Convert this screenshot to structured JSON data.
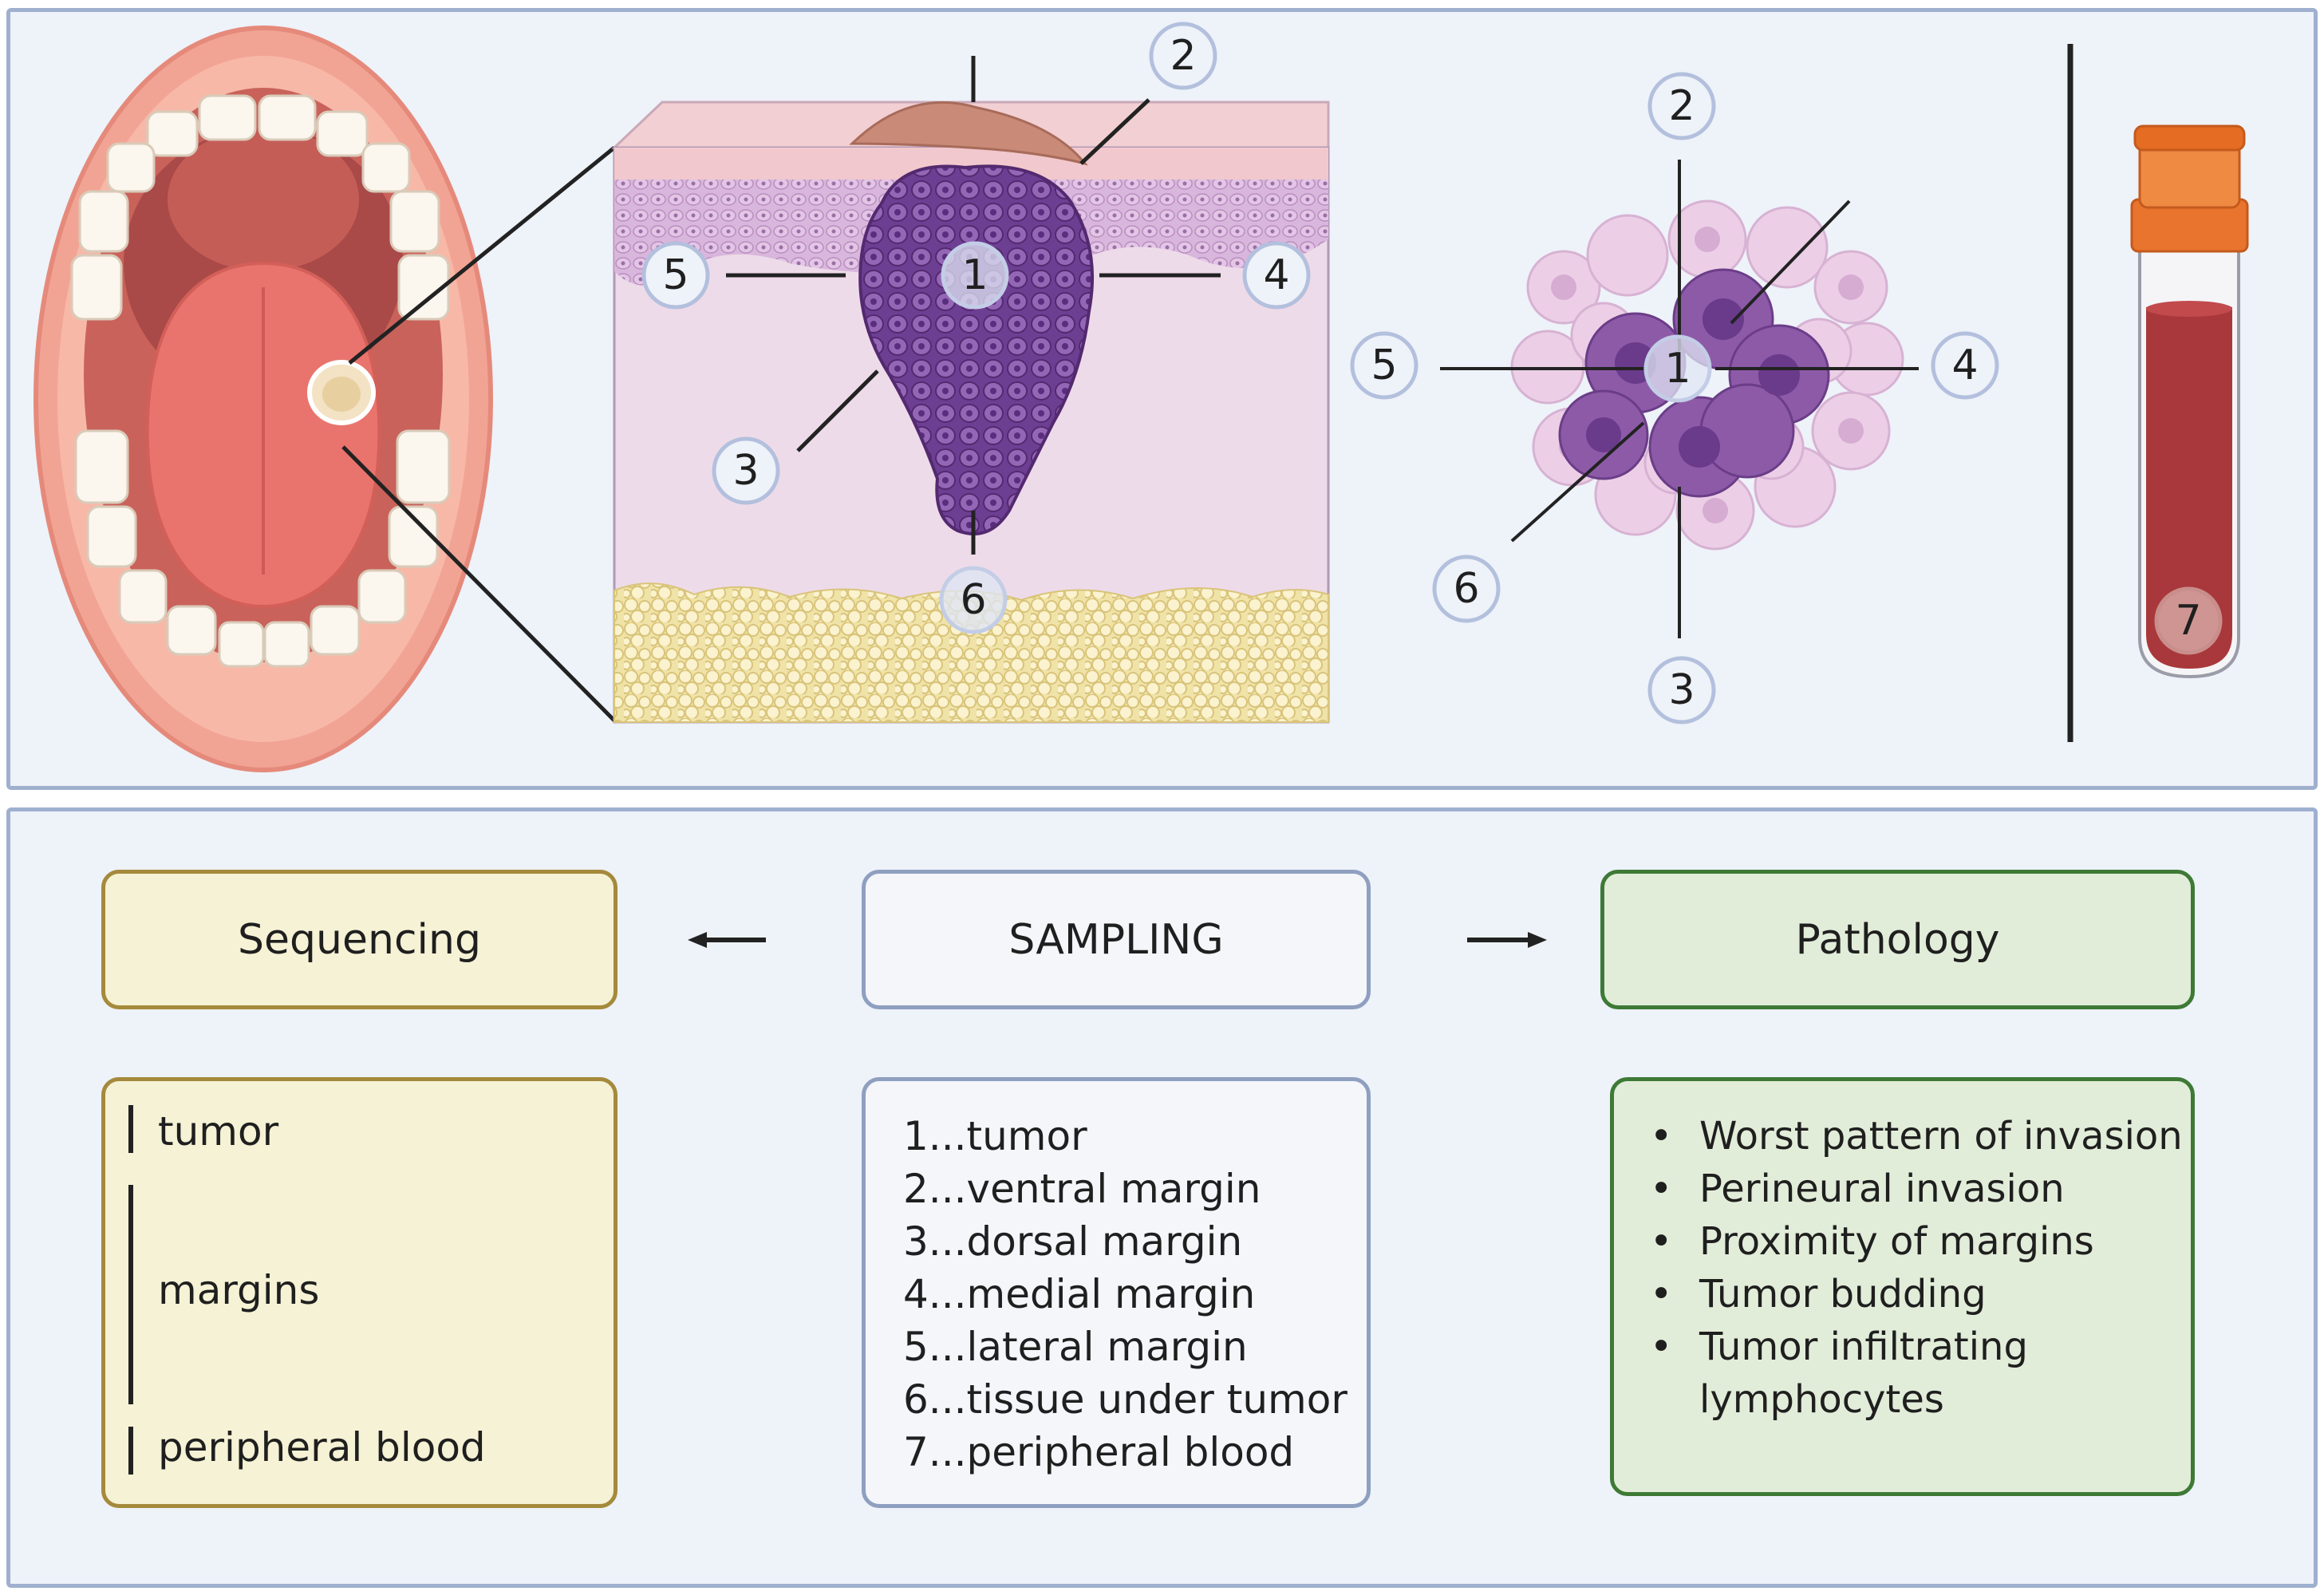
{
  "colors": {
    "panel_bg": "#eef2f9",
    "panel_border": "#9fb0cf",
    "sequencing_fill": "#f5f2d5",
    "sequencing_border": "#a58a3c",
    "sampling_fill": "#f4f6fa",
    "sampling_border": "#8f9fc0",
    "pathology_fill": "#e2edd9",
    "pathology_border": "#3e7a36",
    "tumor_purple": "#7b4a9e",
    "blood_red": "#a8383b",
    "cap_orange": "#e8742d"
  },
  "markers": {
    "tissue": [
      "1",
      "2",
      "3",
      "4",
      "5",
      "6"
    ],
    "cells": [
      "1",
      "2",
      "3",
      "4",
      "5",
      "6"
    ],
    "blood": "7"
  },
  "flow": {
    "left_title": "Sequencing",
    "center_title": "SAMPLING",
    "right_title": "Pathology"
  },
  "sequencing_items": [
    "tumor",
    "margins",
    "peripheral blood"
  ],
  "sampling_items": [
    "1...tumor",
    "2...ventral margin",
    "3...dorsal margin",
    "4...medial margin",
    "5...lateral margin",
    "6...tissue under tumor",
    "7...peripheral blood"
  ],
  "pathology_items": [
    "Worst pattern of invasion",
    "Perineural invasion",
    "Proximity of margins",
    "Tumor budding",
    "Tumor infiltrating",
    "lymphocytes"
  ],
  "icons": [
    "mouth-illustration",
    "tissue-section-illustration",
    "tumor-cell-cluster",
    "blood-tube-icon",
    "arrow-left-icon",
    "arrow-right-icon"
  ]
}
